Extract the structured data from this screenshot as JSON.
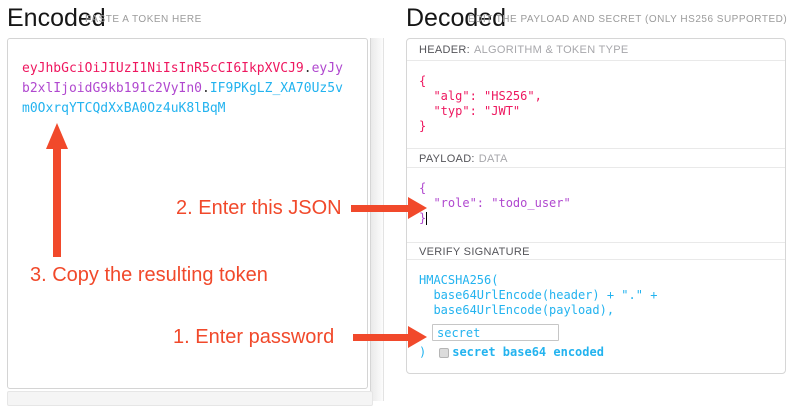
{
  "colors": {
    "token_header": "#ee175f",
    "token_payload": "#b048cf",
    "token_signature": "#23b3ef",
    "code_header": "#ee175f",
    "code_payload": "#b048cf",
    "code_signature": "#23b3ef",
    "annotation": "#f1492b"
  },
  "encoded": {
    "title": "Encoded",
    "subtitle": "PASTE A TOKEN HERE",
    "token_segments": [
      {
        "part": "header",
        "text": "eyJhbGciOiJIUzI1NiIsInR5cCI6IkpXVCJ9"
      },
      {
        "part": "dot",
        "text": "."
      },
      {
        "part": "payload",
        "text": "eyJyb2xlIjoidG9kb191c2VyIn0"
      },
      {
        "part": "dot",
        "text": "."
      },
      {
        "part": "signature",
        "text": "IF9PKgLZ_XA70Uz5vm0OxrqYTCQdXxBA0Oz4uK8lBqM"
      }
    ]
  },
  "decoded": {
    "title": "Decoded",
    "subtitle": "EDIT THE PAYLOAD AND SECRET (ONLY HS256 SUPPORTED)",
    "header_section": {
      "label_primary": "HEADER:",
      "label_secondary": "ALGORITHM & TOKEN TYPE",
      "code_lines": [
        "{",
        "  \"alg\": \"HS256\",",
        "  \"typ\": \"JWT\"",
        "}"
      ]
    },
    "payload_section": {
      "label_primary": "PAYLOAD:",
      "label_secondary": "DATA",
      "code_lines": [
        "{",
        "  \"role\": \"todo_user\"",
        "}"
      ]
    },
    "signature_section": {
      "label_primary": "VERIFY SIGNATURE",
      "code_lines": [
        "HMACSHA256(",
        "  base64UrlEncode(header) + \".\" +",
        "  base64UrlEncode(payload),"
      ],
      "secret_value": "secret",
      "closing_paren": ")",
      "checkbox_label": "secret base64 encoded",
      "checkbox_checked": false
    }
  },
  "annotations": {
    "step1_label": "1. Enter password",
    "step2_label": "2. Enter this JSON",
    "step3_label": "3. Copy the resulting token"
  }
}
